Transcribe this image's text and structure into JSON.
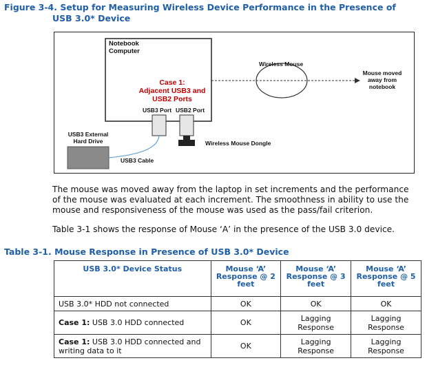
{
  "figure": {
    "number": "Figure 3-4.",
    "title_line1": "Setup for Measuring Wireless Device Performance in the Presence of",
    "title_line2": "USB 3.0* Device"
  },
  "diagram": {
    "notebook_label_1": "Notebook",
    "notebook_label_2": "Computer",
    "case_line1": "Case 1:",
    "case_line2": "Adjacent USB3 and",
    "case_line3": "USB2 Ports",
    "usb3_port": "USB3 Port",
    "usb2_port": "USB2 Port",
    "wireless_mouse": "Wireless Mouse",
    "mouse_moved_1": "Mouse moved",
    "mouse_moved_2": "away from",
    "mouse_moved_3": "notebook",
    "dongle": "Wireless Mouse Dongle",
    "hdd_1": "USB3 External",
    "hdd_2": "Hard Drive",
    "cable": "USB3 Cable"
  },
  "paragraphs": {
    "p1": "The mouse was moved away from the laptop in set increments and the performance of the mouse was evaluated at each increment. The smoothness in ability to use the mouse and responsiveness of the mouse was used as the pass/fail criterion.",
    "p2": "Table 3-1 shows the response of Mouse ‘A’ in the presence of the USB 3.0 device."
  },
  "table": {
    "title": "Table 3-1. Mouse Response in Presence of USB 3.0* Device",
    "headers": [
      "USB 3.0* Device Status",
      "Mouse ‘A’ Response @ 2 feet",
      "Mouse ‘A’ Response @ 3 feet",
      "Mouse ‘A’ Response @ 5 feet"
    ],
    "rows": [
      {
        "bold": "",
        "status": "USB 3.0* HDD not connected",
        "r2": "OK",
        "r3": "OK",
        "r5": "OK"
      },
      {
        "bold": "Case 1:",
        "status": " USB 3.0 HDD connected",
        "r2": "OK",
        "r3": "Lagging Response",
        "r5": "Lagging Response"
      },
      {
        "bold": "Case 1:",
        "status": " USB 3.0 HDD connected and writing data to it",
        "r2": "OK",
        "r3": "Lagging Response",
        "r5": "Lagging Response"
      }
    ]
  }
}
